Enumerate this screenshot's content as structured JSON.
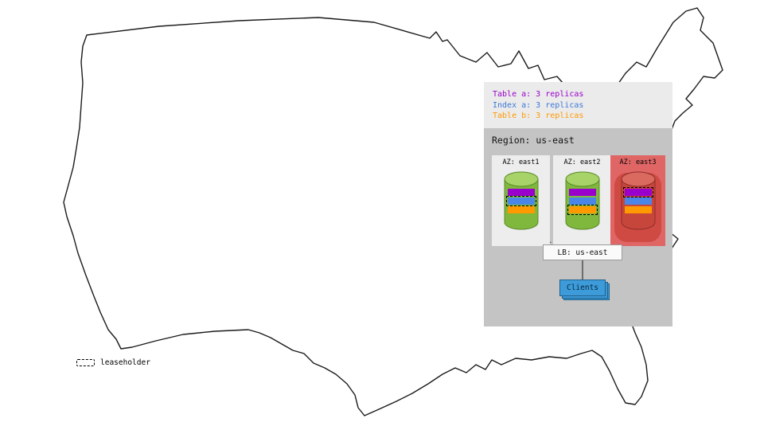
{
  "legend_panel": {
    "items": [
      {
        "label": "Table a: 3 replicas",
        "color": "#9900cc"
      },
      {
        "label": "Index a: 3 replicas",
        "color": "#3c78d8"
      },
      {
        "label": "Table b: 3 replicas",
        "color": "#ff9900"
      }
    ]
  },
  "region_panel": {
    "title": "Region: us-east",
    "azs": [
      {
        "label": "AZ: east1",
        "status": "healthy",
        "replicas": [
          {
            "name": "table-a",
            "color": "#9900cc",
            "leaseholder": false
          },
          {
            "name": "index-a",
            "color": "#4a86e8",
            "leaseholder": true
          },
          {
            "name": "table-b",
            "color": "#ff9900",
            "leaseholder": false
          }
        ]
      },
      {
        "label": "AZ: east2",
        "status": "healthy",
        "replicas": [
          {
            "name": "table-a",
            "color": "#9900cc",
            "leaseholder": false
          },
          {
            "name": "index-a",
            "color": "#4a86e8",
            "leaseholder": false
          },
          {
            "name": "table-b",
            "color": "#ff9900",
            "leaseholder": true
          }
        ]
      },
      {
        "label": "AZ: east3",
        "status": "down",
        "replicas": [
          {
            "name": "table-a",
            "color": "#9900cc",
            "leaseholder": true
          },
          {
            "name": "index-a",
            "color": "#4a86e8",
            "leaseholder": false
          },
          {
            "name": "table-b",
            "color": "#ff9900",
            "leaseholder": false
          }
        ]
      }
    ],
    "load_balancer_label": "LB: us-east",
    "clients_label": "Clients"
  },
  "map_legend": {
    "leaseholder_label": "leaseholder"
  },
  "colors": {
    "legend-bg": "#ebebeb",
    "region-bg": "#c4c4c4",
    "az-bg": "#ededed",
    "az-down-bg": "#e06666",
    "az-down-halo": "#cf4a43",
    "cyl-green-body": "#7fb83d",
    "cyl-green-top": "#a7d368",
    "cyl-green-stroke": "#5c8a29",
    "cyl-red-body": "#c7463c",
    "cyl-red-top": "#da6a5f",
    "cyl-red-stroke": "#8e2f27",
    "clients-blue": "#3d9bd9",
    "clients-border": "#1f618c",
    "connector": "#555555"
  }
}
